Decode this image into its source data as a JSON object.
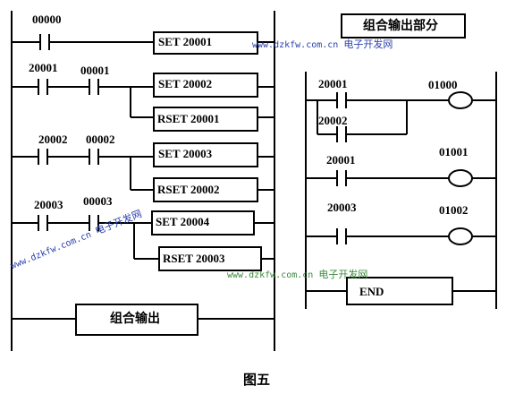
{
  "figure_caption": "图五",
  "section_title": "组合输出部分",
  "left_ladder": {
    "rungs": [
      {
        "contacts": [
          "00000"
        ],
        "coils": [
          "SET   20001"
        ]
      },
      {
        "contacts": [
          "20001",
          "00001"
        ],
        "coils": [
          "SET   20002",
          "RSET 20001"
        ]
      },
      {
        "contacts": [
          "20002",
          "00002"
        ],
        "coils": [
          "SET   20003",
          "RSET 20002"
        ]
      },
      {
        "contacts": [
          "20003",
          "00003"
        ],
        "coils": [
          "SET   20004",
          "RSET 20003"
        ]
      }
    ],
    "subroutine_box": "组合输出"
  },
  "right_ladder": {
    "rungs": [
      {
        "contacts": [
          "20001",
          "20002"
        ],
        "output": "01000"
      },
      {
        "contacts": [
          "20001"
        ],
        "output": "01001"
      },
      {
        "contacts": [
          "20003"
        ],
        "output": "01002"
      }
    ],
    "end_label": "END"
  },
  "watermarks": {
    "top_url": "www.dzkfw.com.cn",
    "top_cn": "电子开发网",
    "middle_url": "www.dzkfw.com.cn",
    "middle_cn": "电子开发网",
    "diagonal_url": "www.dzkfw.com.cn",
    "diagonal_cn": "电子开发网"
  }
}
